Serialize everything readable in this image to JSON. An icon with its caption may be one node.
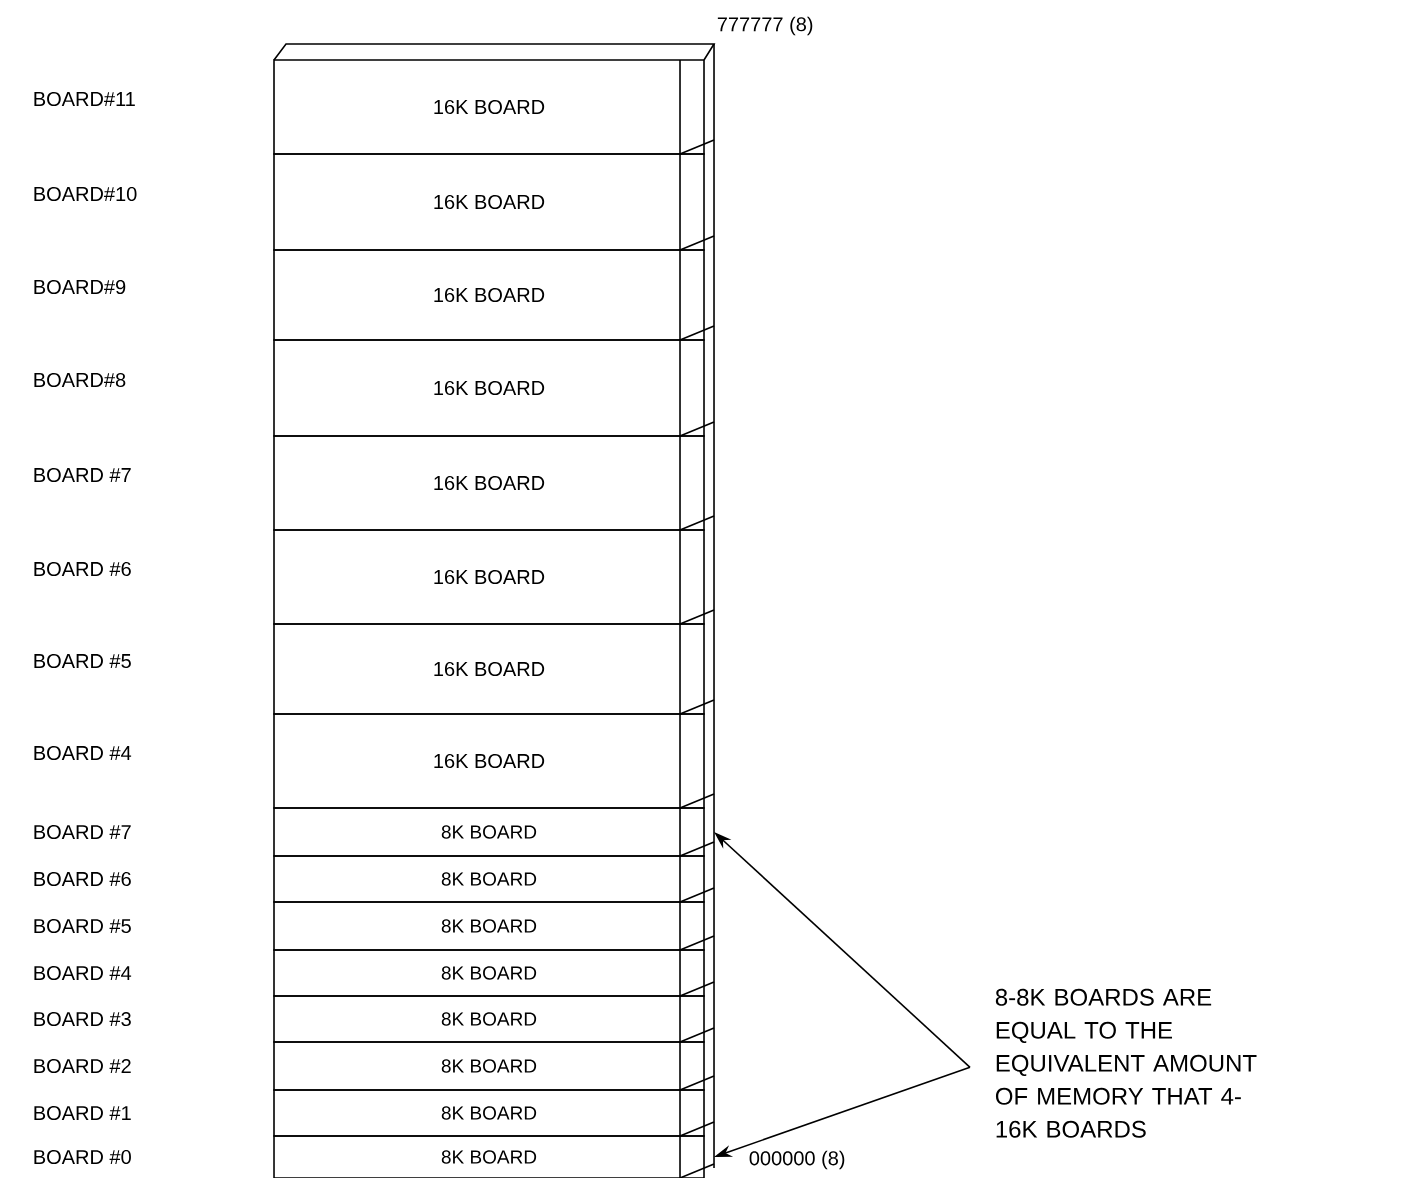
{
  "diagram": {
    "nodes": [
      {
        "text": [
          "16K BOARD"
        ]
      },
      {
        "text": [
          "16K BOARD"
        ]
      },
      {
        "text": [
          "16K BOARD"
        ]
      },
      {
        "text": [
          "16K BOARD"
        ]
      },
      {
        "text": [
          "16K BOARD"
        ]
      },
      {
        "text": [
          "16K BOARD"
        ]
      },
      {
        "text": [
          "16K BOARD"
        ]
      },
      {
        "text": [
          "16K BOARD"
        ]
      },
      {
        "text": [
          "8K BOARD"
        ]
      },
      {
        "text": [
          "8K BOARD"
        ]
      },
      {
        "text": [
          "8K BOARD"
        ]
      },
      {
        "text": [
          "8K BOARD"
        ]
      },
      {
        "text": [
          "8K BOARD"
        ]
      },
      {
        "text": [
          "8K BOARD"
        ]
      },
      {
        "text": [
          "8K BOARD"
        ]
      },
      {
        "text": [
          "8K BOARD"
        ]
      },
      {
        "text": [
          "8-8K BOARDS ARE EQUAL TO THE EQUIVALENT AMOUNT OF MEMORY THAT 4-16K BOARDS"
        ]
      }
    ],
    "edges": [
      {
        "from": 16,
        "to": 8,
        "arrow": "to"
      },
      {
        "from": 16,
        "to": 15,
        "arrow": "to"
      }
    ],
    "labels": [
      "777777 (8)",
      "BOARD#11",
      "BOARD#10",
      "BOARD#9",
      "BOARD#8",
      "BOARD #7",
      "BOARD #6",
      "BOARD #5",
      "BOARD #4",
      "BOARD #7",
      "BOARD #6",
      "BOARD #5",
      "BOARD #4",
      "BOARD #3",
      "BOARD #2",
      "BOARD #1",
      "BOARD #0",
      "000000 (8)"
    ]
  }
}
